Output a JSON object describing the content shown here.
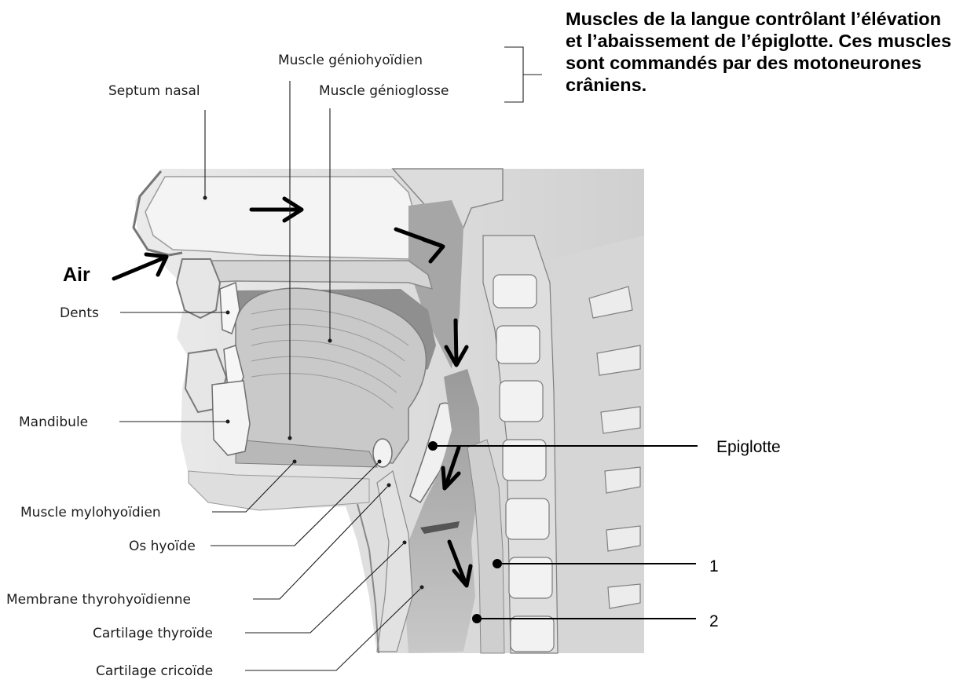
{
  "note": "Muscles de la langue contrôlant l’élévation et l’abaissement de l’épiglotte. Ces muscles sont commandés par des motoneurones crâniens.",
  "labels": {
    "septum": "Septum nasal",
    "geniohyoid": "Muscle géniohyoïdien",
    "genioglossus": "Muscle génioglosse",
    "air": "Air",
    "teeth": "Dents",
    "mandible": "Mandibule",
    "mylohyoid": "Muscle mylohyoïdien",
    "hyoid": "Os hyoïde",
    "thyrohyoid_membrane": "Membrane thyrohyoïdienne",
    "thyroid_cartilage": "Cartilage thyroïde",
    "cricoid_cartilage": "Cartilage cricoïde",
    "epiglottis": "Epiglotte",
    "one": "1",
    "two": "2"
  },
  "colors": {
    "ink": "#1c1c1c",
    "tissue_light": "#e4e4e4",
    "tissue_mid": "#bdbdbd",
    "tissue_dark": "#8a8a8a",
    "bone": "#f2f2f2"
  }
}
